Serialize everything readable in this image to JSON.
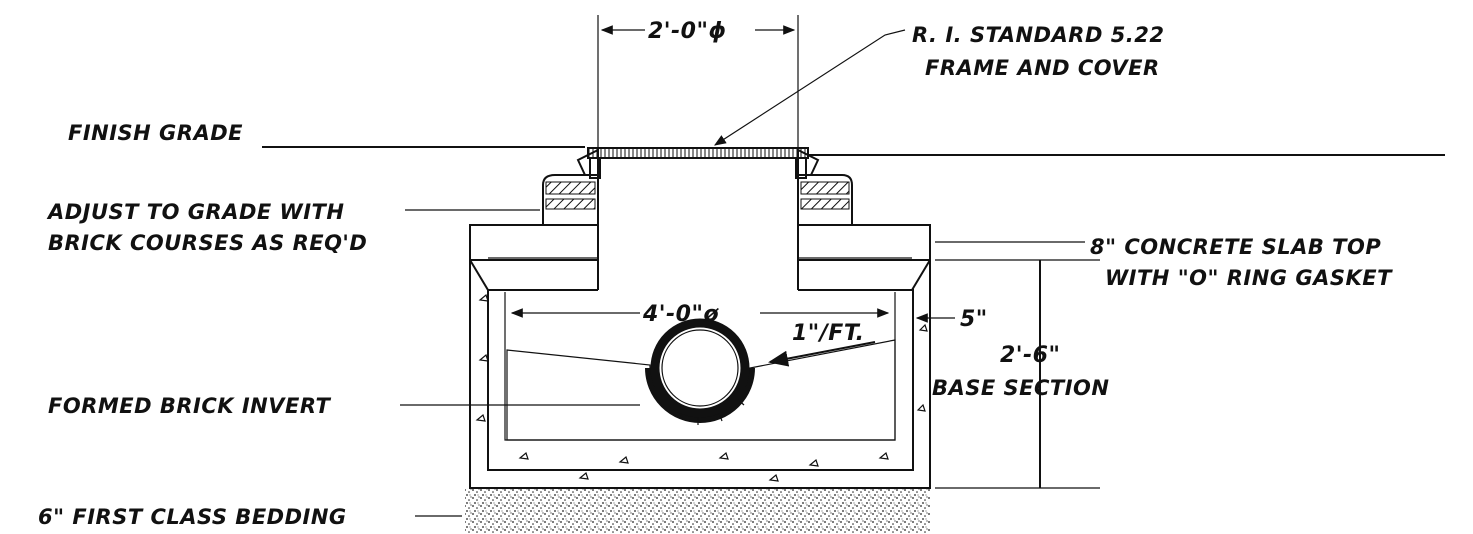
{
  "labels": {
    "frame_cover_line1": "R. I. STANDARD 5.22",
    "frame_cover_line2": "FRAME AND COVER",
    "finish_grade": "FINISH GRADE",
    "adjust_line1": "ADJUST TO GRADE WITH",
    "adjust_line2": "BRICK COURSES AS REQ'D",
    "slab_line1": "8\" CONCRETE SLAB TOP",
    "slab_line2": "WITH \"O\" RING GASKET",
    "formed_invert": "FORMED BRICK INVERT",
    "base_section": "BASE SECTION",
    "bedding": "6\" FIRST CLASS BEDDING"
  },
  "dimensions": {
    "opening_diameter": "2'-0\"ϕ",
    "inside_diameter": "4'-0\"ø",
    "wall_thickness": "5\"",
    "base_height": "2'-6\"",
    "slope": "1\"/FT."
  }
}
